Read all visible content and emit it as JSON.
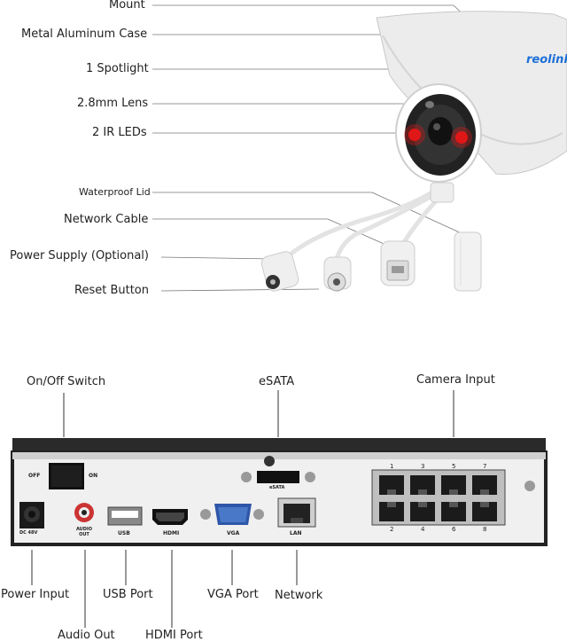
{
  "camera": {
    "brand": "reolink",
    "labels": {
      "mount": "Mount",
      "case": "Metal Aluminum Case",
      "spotlight": "1 Spotlight",
      "lens": "2.8mm Lens",
      "ir": "2 IR LEDs",
      "lid": "Waterproof Lid",
      "cable": "Network Cable",
      "power": "Power Supply (Optional)",
      "reset": "Reset Button"
    }
  },
  "nvr": {
    "top_labels": {
      "switch": "On/Off Switch",
      "esata": "eSATA",
      "camera_input": "Camera Input"
    },
    "bottom_labels": {
      "power_input": "Power Input",
      "audio_out": "Audio Out",
      "usb": "USB Port",
      "hdmi": "HDMI Port",
      "vga": "VGA Port",
      "network": "Network"
    },
    "panel": {
      "off": "OFF",
      "on": "ON",
      "dc": "DC 48V",
      "audio": "AUDIO OUT",
      "usb": "USB",
      "hdmi": "HDMI",
      "vga": "VGA",
      "lan": "LAN",
      "esata": "eSATA",
      "ports_top": [
        "1",
        "3",
        "5",
        "7"
      ],
      "ports_bottom": [
        "2",
        "4",
        "6",
        "8"
      ]
    }
  }
}
